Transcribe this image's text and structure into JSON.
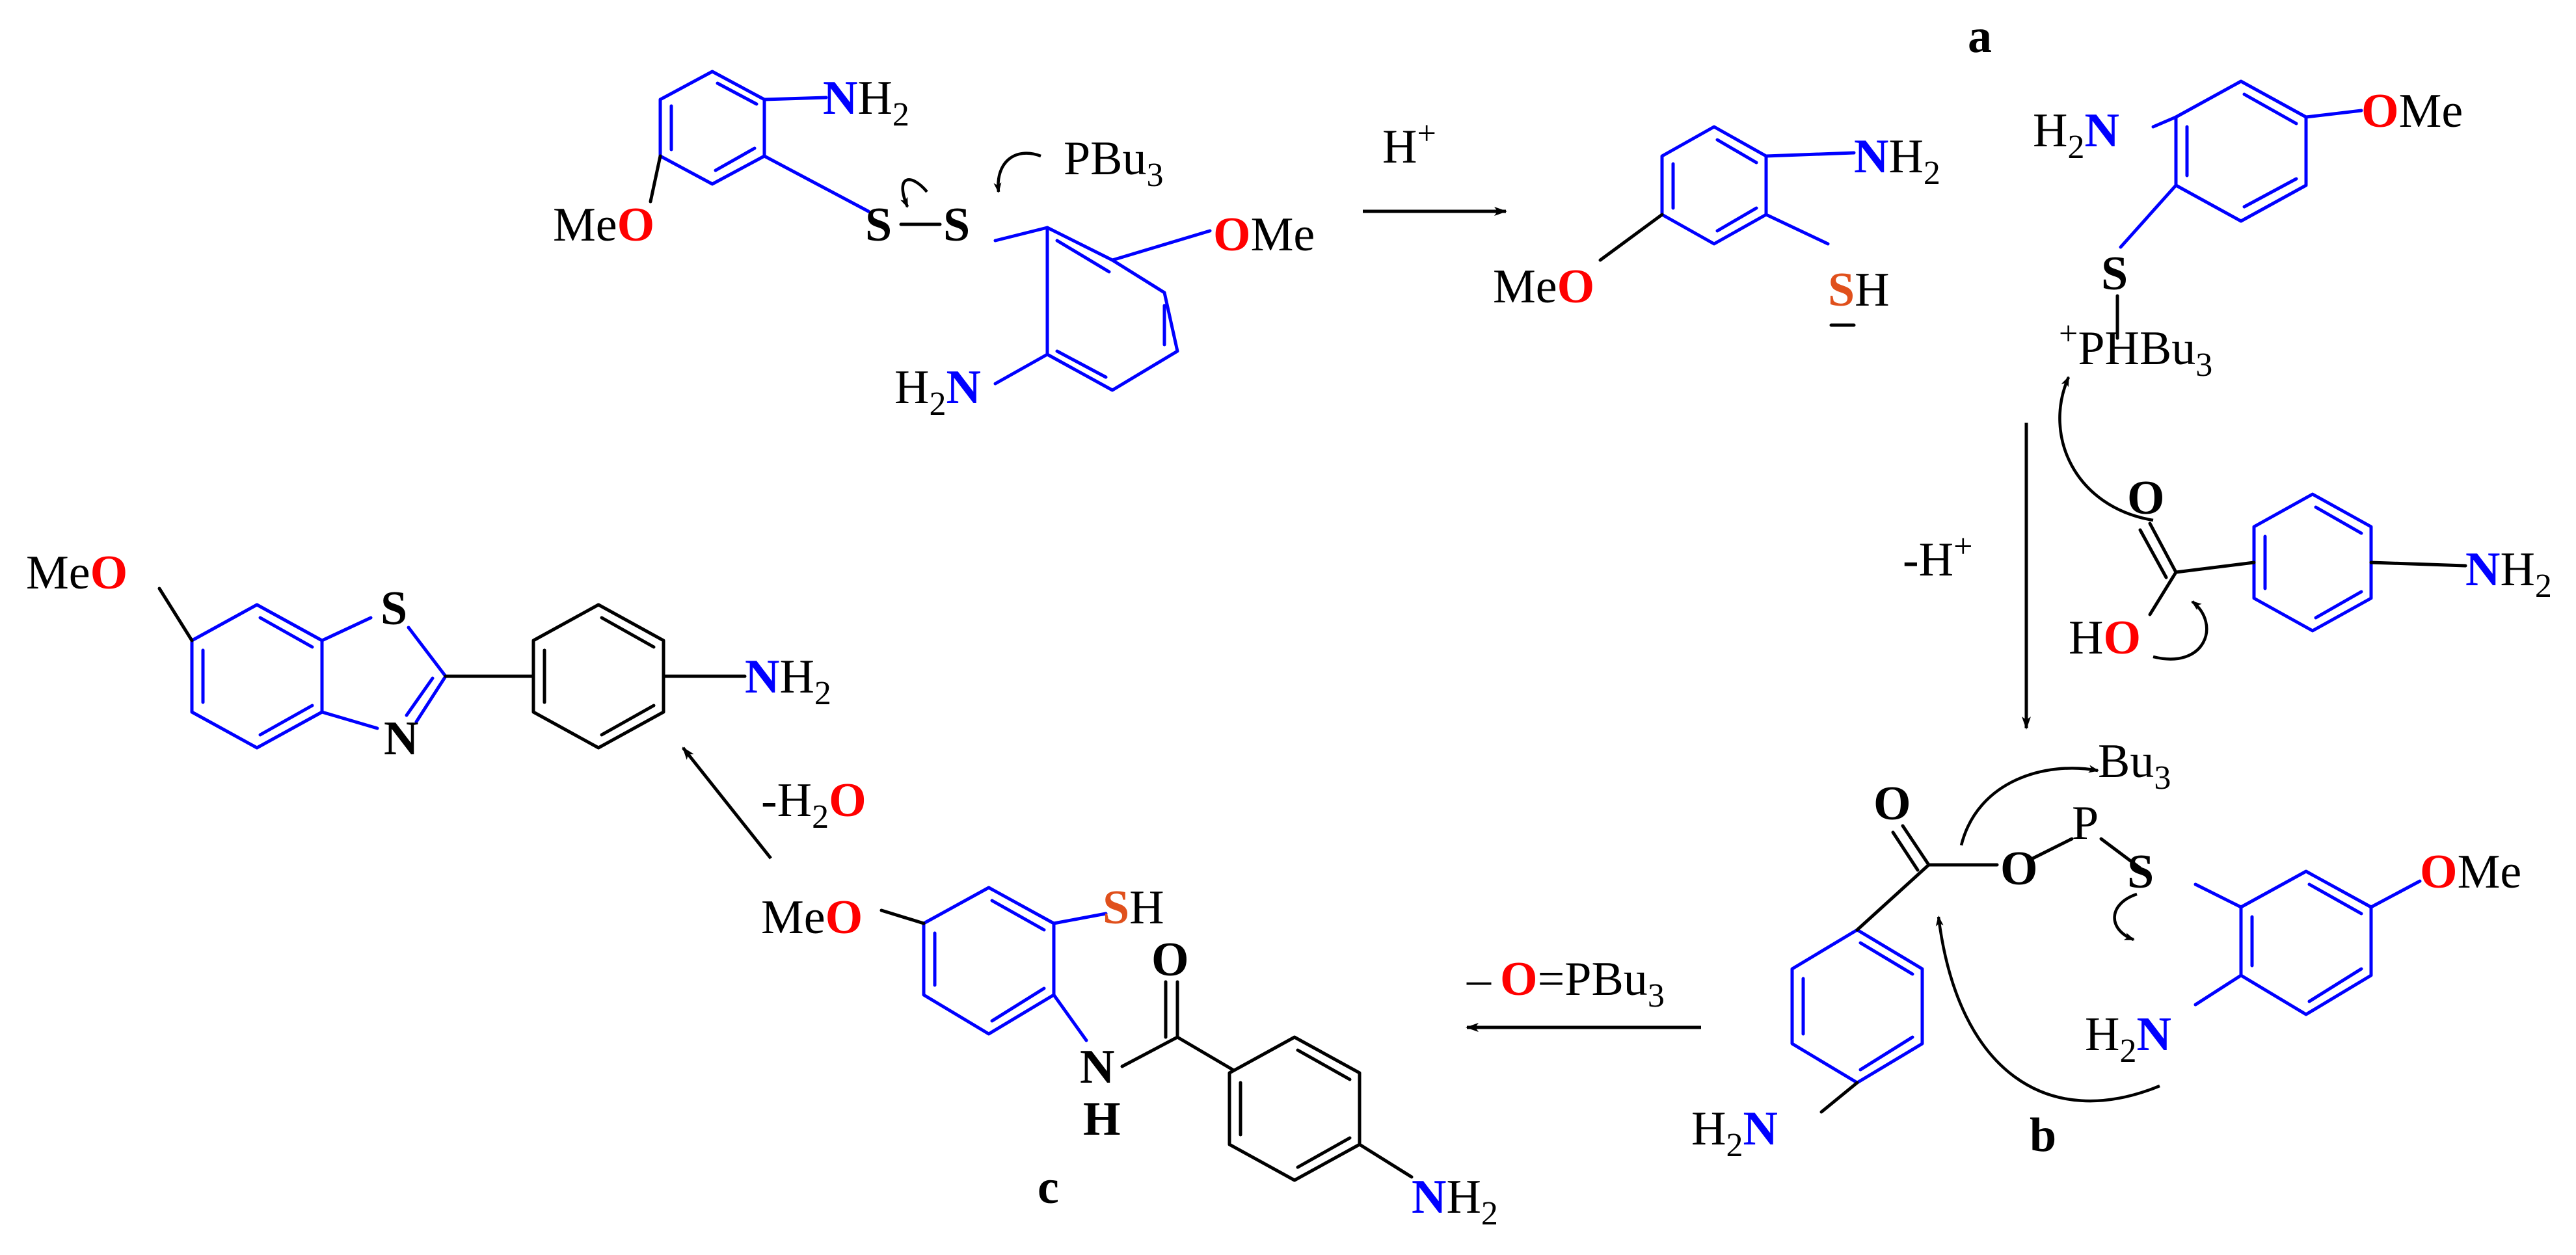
{
  "colors": {
    "ring": "#0000ff",
    "oxygen": "#ff0000",
    "sulfur": "#e0501c",
    "nitrogen": "#0000ff",
    "bond": "#000000"
  },
  "atoms": {
    "O": "O",
    "S": "S",
    "N": "N",
    "H": "H",
    "P": "P"
  },
  "groups": {
    "me": "Me",
    "nh2_h": "H",
    "h2n_h": "H",
    "sub2": "2",
    "sub3": "3",
    "pbu3": "PBu",
    "phbu3": "PHBu",
    "bu3": "Bu",
    "plus": "+",
    "ho_h": "H",
    "sh_h": "H"
  },
  "labels": {
    "a": "a",
    "b": "b",
    "c": "c"
  },
  "steps": {
    "step1_h": "H",
    "step1_plus": "+",
    "step2": "-H",
    "step2_plus": "+",
    "step3_minus": "–",
    "step3_eq": "=PBu",
    "step3_sub": "3",
    "step4_pre": "-H",
    "step4_sub": "2"
  }
}
